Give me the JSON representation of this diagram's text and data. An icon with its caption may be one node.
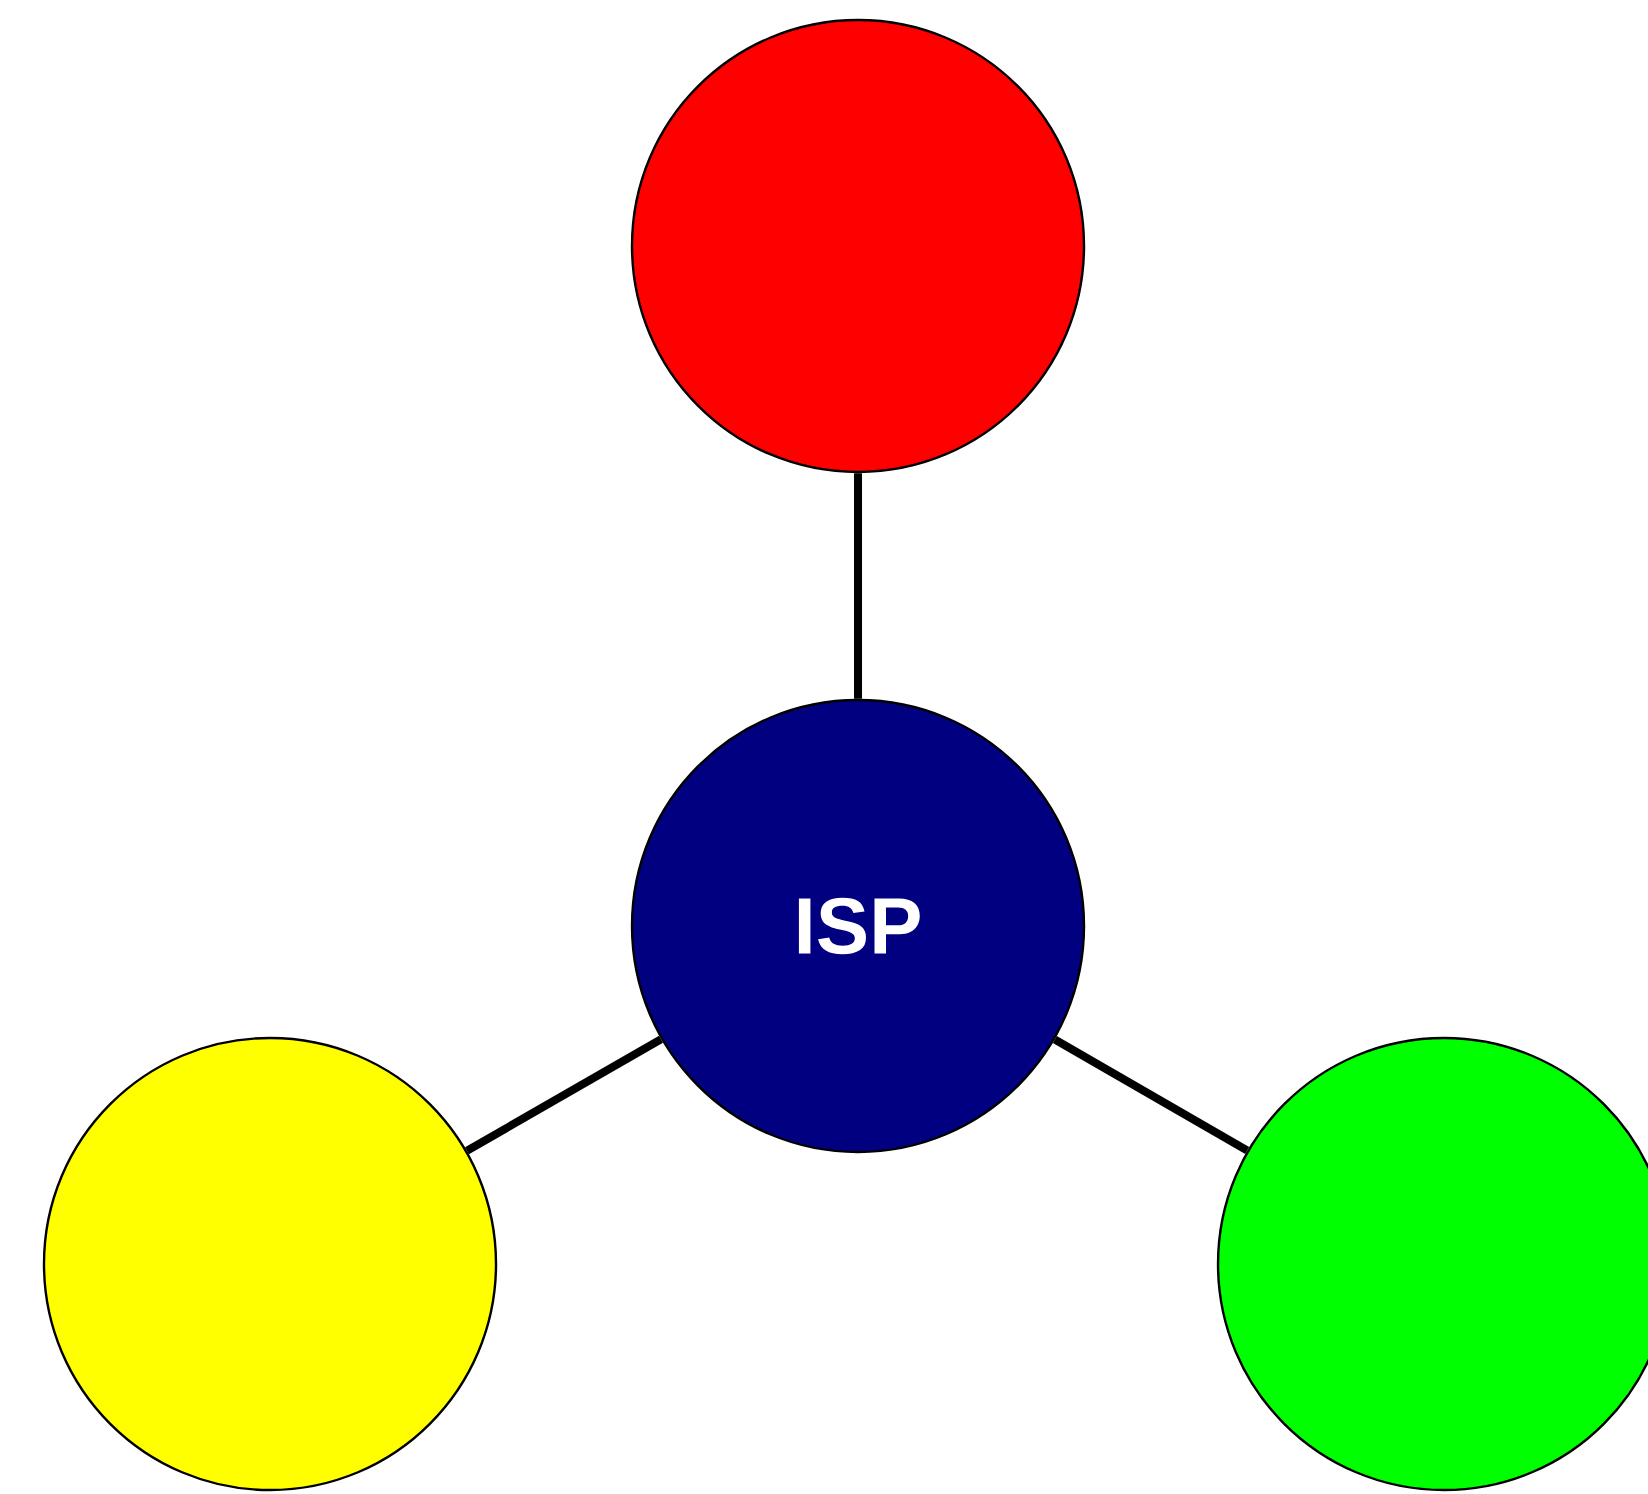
{
  "diagram": {
    "nodes": [
      {
        "text": [],
        "shape": "circle"
      },
      {
        "text": [
          "ISP"
        ]
      },
      {
        "text": [],
        "shape": "circle"
      },
      {
        "text": [],
        "shape": "circle"
      }
    ],
    "edges": [
      {
        "from": 1,
        "to": 0,
        "arrow": "none"
      },
      {
        "from": 1,
        "to": 2,
        "arrow": "none"
      },
      {
        "from": 1,
        "to": 3,
        "arrow": "none"
      }
    ]
  }
}
